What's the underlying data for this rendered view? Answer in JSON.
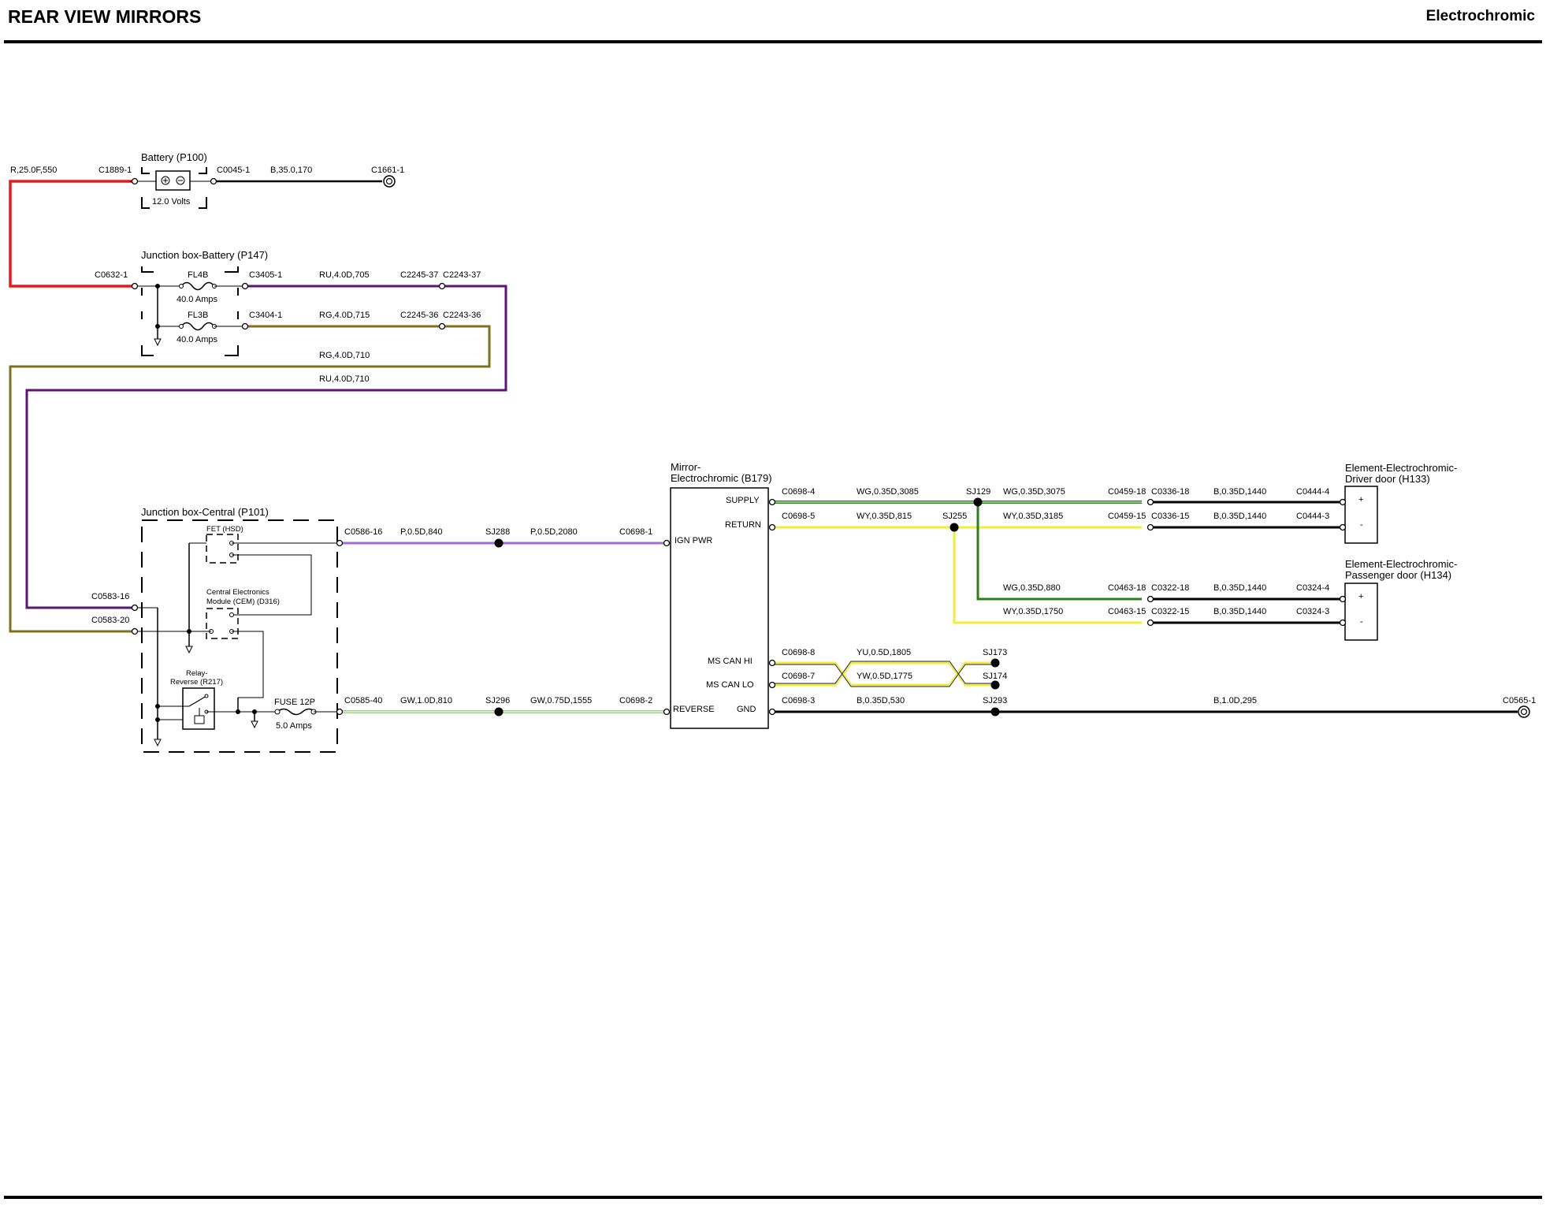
{
  "header": {
    "title": "REAR VIEW MIRRORS",
    "subtitle": "Electrochromic"
  },
  "colors": {
    "red": "#e31b1b",
    "purple": "#5c1478",
    "olive": "#6d7d1e",
    "olive_rg": "#80701c",
    "violet": "#a06cdc",
    "green_light": "#9fd38d",
    "green_dark": "#2d7f1e",
    "yellow": "#f2ec3a",
    "black": "#000000",
    "navy": "#22226b"
  },
  "components": {
    "battery": {
      "name": "Battery (P100)",
      "rating": "12.0 Volts"
    },
    "jb_battery": {
      "name": "Junction box-Battery (P147)",
      "fuses": [
        {
          "id": "FL4B",
          "rating": "40.0 Amps"
        },
        {
          "id": "FL3B",
          "rating": "40.0 Amps"
        }
      ]
    },
    "jb_central": {
      "name": "Junction box-Central (P101)",
      "fet": "FET (HSD)",
      "cem_line1": "Central Electronics",
      "cem_line2": "Module (CEM) (D316)",
      "relay_line1": "Relay-",
      "relay_line2": "Reverse (R217)",
      "fuse_id": "FUSE 12P",
      "fuse_rating": "5.0 Amps"
    },
    "mirror": {
      "line1": "Mirror-",
      "line2": "Electrochromic (B179)",
      "pins": [
        "SUPPLY",
        "RETURN",
        "IGN PWR",
        "MS CAN HI",
        "MS CAN LO",
        "REVERSE",
        "GND"
      ]
    },
    "driver": {
      "line1": "Element-Electrochromic-",
      "line2": "Driver door (H133)",
      "plus": "+",
      "minus": "-"
    },
    "passenger": {
      "line1": "Element-Electrochromic-",
      "line2": "Passenger door (H134)",
      "plus": "+",
      "minus": "-"
    }
  },
  "labels": {
    "wire_r": "R,25.0F,550",
    "c1889": "C1889-1",
    "c0045": "C0045-1",
    "wire_b35": "B,35.0,170",
    "c1661": "C1661-1",
    "c0632": "C0632-1",
    "c3405": "C3405-1",
    "wire_ru705": "RU,4.0D,705",
    "c2245_37": "C2245-37",
    "c2243_37": "C2243-37",
    "c3404": "C3404-1",
    "wire_rg715": "RG,4.0D,715",
    "c2245_36": "C2245-36",
    "c2243_36": "C2243-36",
    "wire_rg710": "RG,4.0D,710",
    "wire_ru710": "RU,4.0D,710",
    "c0586": "C0586-16",
    "wire_p840": "P,0.5D,840",
    "sj288": "SJ288",
    "wire_p2080": "P,0.5D,2080",
    "c0698_1": "C0698-1",
    "c0583_16": "C0583-16",
    "c0583_20": "C0583-20",
    "c0585": "C0585-40",
    "wire_gw810": "GW,1.0D,810",
    "sj296": "SJ296",
    "wire_gw1555": "GW,0.75D,1555",
    "c0698_2": "C0698-2",
    "c0698_4": "C0698-4",
    "wire_wg3085": "WG,0.35D,3085",
    "sj129": "SJ129",
    "wire_wg3075": "WG,0.35D,3075",
    "c0459_18": "C0459-18",
    "c0336_18": "C0336-18",
    "wire_b1440a": "B,0.35D,1440",
    "c0444_4": "C0444-4",
    "c0698_5": "C0698-5",
    "wire_wy815": "WY,0.35D,815",
    "sj255": "SJ255",
    "wire_wy3185": "WY,0.35D,3185",
    "c0459_15": "C0459-15",
    "c0336_15": "C0336-15",
    "wire_b1440b": "B,0.35D,1440",
    "c0444_3": "C0444-3",
    "wire_wg880": "WG,0.35D,880",
    "c0463_18": "C0463-18",
    "c0322_18": "C0322-18",
    "wire_b1440c": "B,0.35D,1440",
    "c0324_4": "C0324-4",
    "wire_wy1750": "WY,0.35D,1750",
    "c0463_15": "C0463-15",
    "c0322_15": "C0322-15",
    "wire_b1440d": "B,0.35D,1440",
    "c0324_3": "C0324-3",
    "c0698_8": "C0698-8",
    "wire_yu1805": "YU,0.5D,1805",
    "sj173": "SJ173",
    "c0698_7": "C0698-7",
    "wire_yw1775": "YW,0.5D,1775",
    "sj174": "SJ174",
    "c0698_3": "C0698-3",
    "wire_b530": "B,0.35D,530",
    "sj293": "SJ293",
    "wire_b295": "B,1.0D,295",
    "c0565": "C0565-1"
  }
}
